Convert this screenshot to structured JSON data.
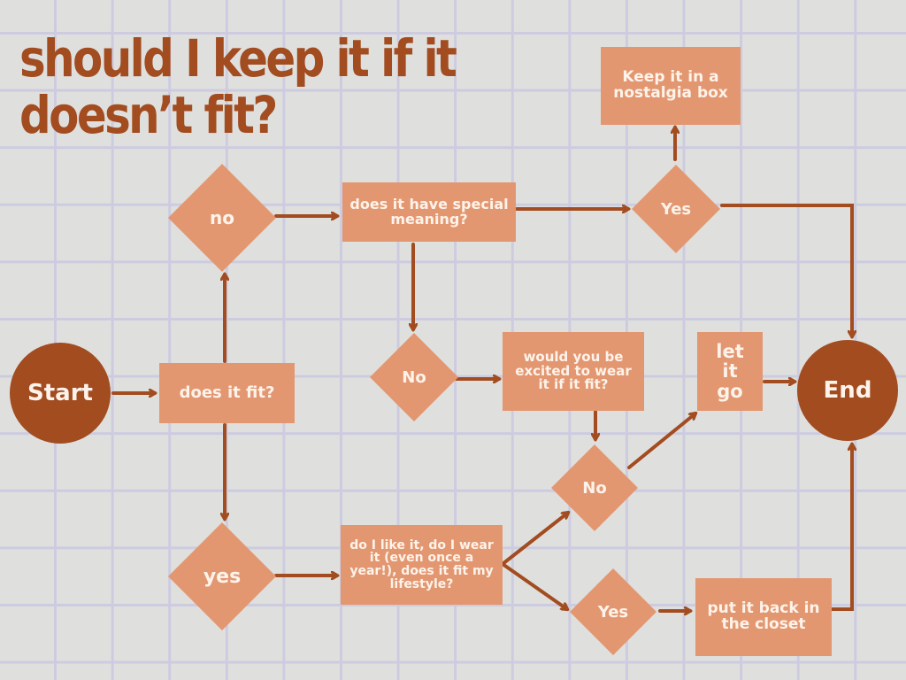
{
  "title": {
    "line1": "should I keep it if it",
    "line2": "doesn’t fit?"
  },
  "colors": {
    "background": "#dfe0de",
    "grid": "#cdcbe0",
    "title": "#a24c20",
    "node_fill": "#e39771",
    "terminal_fill": "#a24c20",
    "arrow": "#a24c20",
    "node_text": "#fdf3ea"
  },
  "nodes": {
    "start": "Start",
    "does_it_fit": "does it fit?",
    "no": "no",
    "yes": "yes",
    "special_meaning": "does it have special meaning?",
    "special_yes": "Yes",
    "nostalgia_box": "Keep it in a nostalgia box",
    "special_no": "No",
    "excited_to_wear": "would you be excited to wear it if it fit?",
    "let_it_go": "let it go",
    "excited_no": "No",
    "like_wear_lifestyle": "do I like it, do I wear it (even once a year!), does it fit my lifestyle?",
    "lifestyle_yes": "Yes",
    "put_back": "put it back in the closet",
    "end": "End"
  }
}
